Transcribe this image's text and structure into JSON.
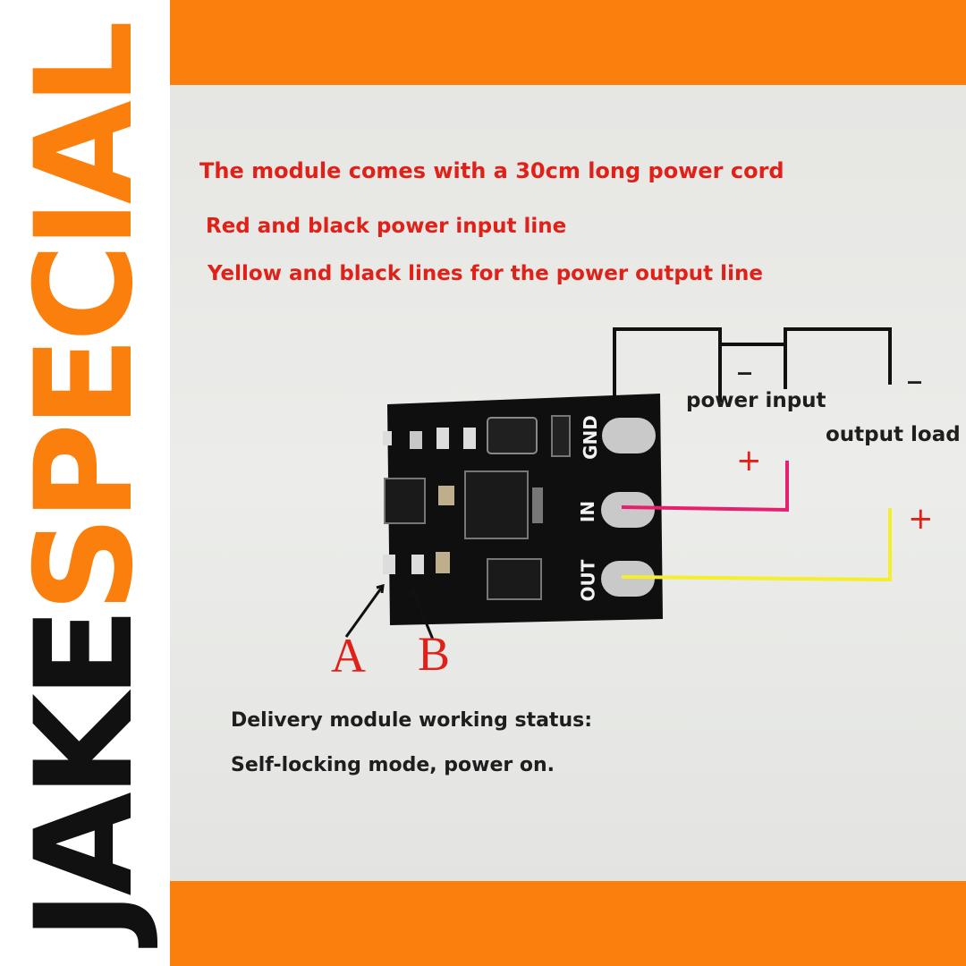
{
  "brand": {
    "jake": "JAKE",
    "special": "SPECIAL"
  },
  "notes": {
    "line1": "The module comes with a 30cm long power cord",
    "line2": "Red and black power input line",
    "line3": "Yellow and black lines for the power output line"
  },
  "labels": {
    "power_input": "power input",
    "output_load": "output load",
    "minus_input": "_",
    "minus_output": "_",
    "plus_input": "+",
    "plus_output": "+"
  },
  "pins": {
    "gnd": "GND",
    "in": "IN",
    "out": "OUT"
  },
  "markers": {
    "a": "A",
    "b": "B"
  },
  "status": {
    "title": "Delivery module working status:",
    "mode": "Self-locking mode, power on."
  },
  "colors": {
    "brand_orange": "#fb7f0c",
    "annotation_red": "#e0211a",
    "board_black": "#0f0f10",
    "input_wire": "#e6206e",
    "output_wire": "#f4ee2b"
  }
}
